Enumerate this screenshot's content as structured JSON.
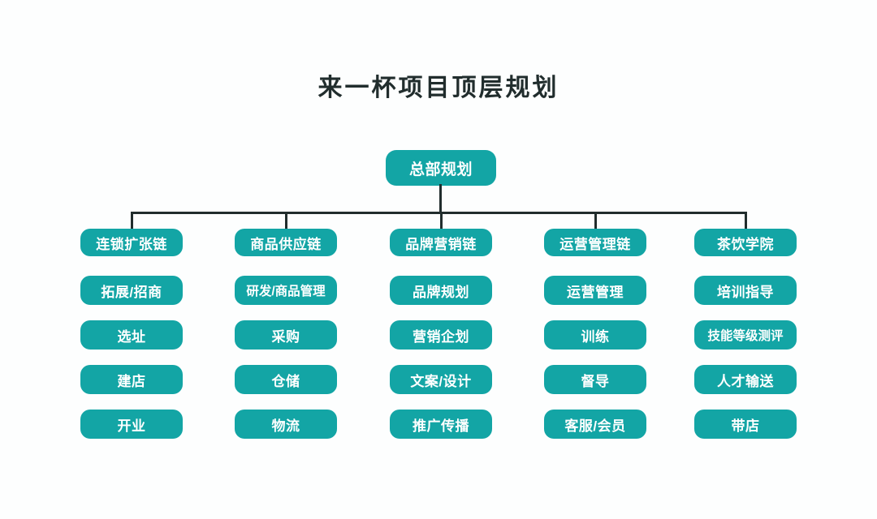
{
  "title": "来一杯项目顶层规划",
  "root": {
    "label": "总部规划"
  },
  "columns": [
    {
      "header": "连锁扩张链",
      "items": [
        "拓展/招商",
        "选址",
        "建店",
        "开业"
      ]
    },
    {
      "header": "商品供应链",
      "items": [
        "研发/商品管理",
        "采购",
        "仓储",
        "物流"
      ]
    },
    {
      "header": "品牌营销链",
      "items": [
        "品牌规划",
        "营销企划",
        "文案/设计",
        "推广传播"
      ]
    },
    {
      "header": "运营管理链",
      "items": [
        "运营管理",
        "训练",
        "督导",
        "客服/会员"
      ]
    },
    {
      "header": "茶饮学院",
      "items": [
        "培训指导",
        "技能等级测评",
        "人才输送",
        "带店"
      ]
    }
  ],
  "colors": {
    "node": "#13a5a5",
    "node-text": "#ffffff",
    "line": "#212d2d",
    "title-text": "#212d2d",
    "background": "#fdfefe"
  }
}
